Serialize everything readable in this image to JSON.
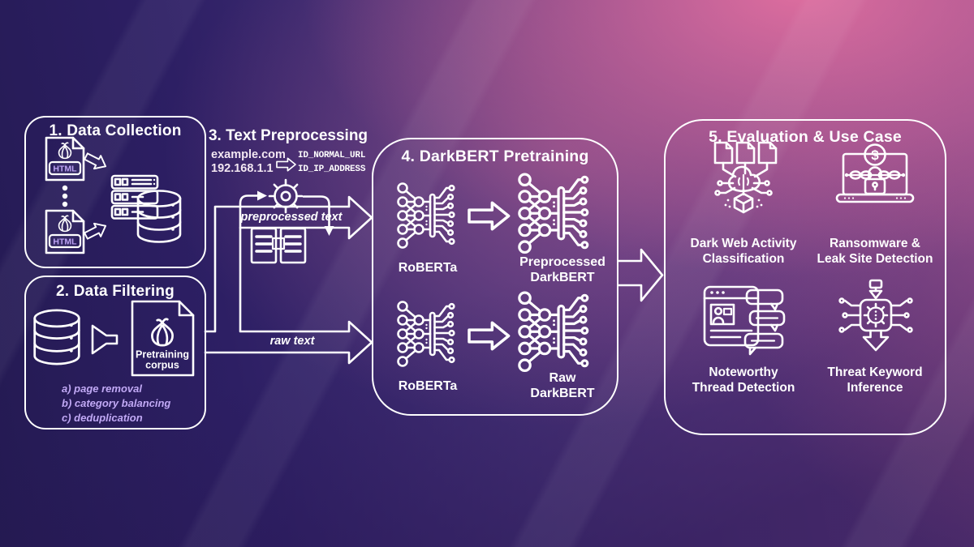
{
  "diagram": {
    "collection": {
      "title": "1. Data Collection",
      "file_badge": "HTML"
    },
    "filtering": {
      "title": "2. Data Filtering",
      "corpus_label_line1": "Pretraining",
      "corpus_label_line2": "corpus",
      "steps": [
        "a) page removal",
        "b) category balancing",
        "c) deduplication"
      ]
    },
    "preprocessing": {
      "title": "3. Text Preprocessing",
      "example_url": "example.com",
      "example_ip": "192.168.1.1",
      "id_url": "ID_NORMAL_URL",
      "id_ip": "ID_IP_ADDRESS",
      "flow_preprocessed": "preprocessed text",
      "flow_raw": "raw text"
    },
    "pretraining": {
      "title": "4. DarkBERT Pretraining",
      "row1_source": "RoBERTa",
      "row1_target_line1": "Preprocessed",
      "row1_target_line2": "DarkBERT",
      "row2_source": "RoBERTa",
      "row2_target_line1": "Raw",
      "row2_target_line2": "DarkBERT"
    },
    "evaluation": {
      "title": "5. Evaluation & Use Case",
      "dollar_glyph": "$",
      "use_cases": [
        {
          "line1": "Dark Web Activity",
          "line2": "Classification"
        },
        {
          "line1": "Ransomware &",
          "line2": "Leak Site Detection"
        },
        {
          "line1": "Noteworthy",
          "line2": "Thread Detection"
        },
        {
          "line1": "Threat Keyword",
          "line2": "Inference"
        }
      ]
    }
  },
  "colors": {
    "line": "#ffffff",
    "lavender_text": "#c1a9f5",
    "badge_text": "#bb9ff4",
    "bg_dark_indigo": "#241a52",
    "bg_mid_purple": "#6b3885",
    "bg_top_right_pink": "#c2639a"
  }
}
